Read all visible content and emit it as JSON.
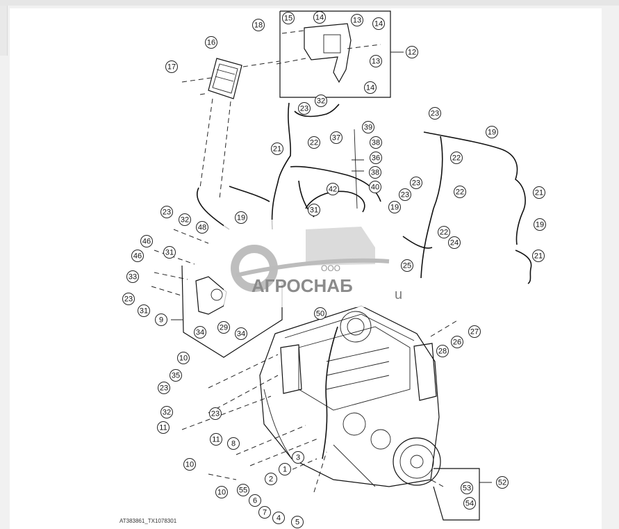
{
  "figure_code": "AT383861_TX1078301",
  "watermark": {
    "prefix": "ООО",
    "brand": "АГРОСНАБ",
    "suffix": "u"
  },
  "callouts": [
    {
      "label": "15"
    },
    {
      "label": "14"
    },
    {
      "label": "13"
    },
    {
      "label": "14"
    },
    {
      "label": "18"
    },
    {
      "label": "12"
    },
    {
      "label": "16"
    },
    {
      "label": "13"
    },
    {
      "label": "17"
    },
    {
      "label": "14"
    },
    {
      "label": "23"
    },
    {
      "label": "32"
    },
    {
      "label": "39"
    },
    {
      "label": "37"
    },
    {
      "label": "38"
    },
    {
      "label": "21"
    },
    {
      "label": "22"
    },
    {
      "label": "36"
    },
    {
      "label": "38"
    },
    {
      "label": "40"
    },
    {
      "label": "42"
    },
    {
      "label": "31"
    },
    {
      "label": "19"
    },
    {
      "label": "23"
    },
    {
      "label": "22"
    },
    {
      "label": "19"
    },
    {
      "label": "23"
    },
    {
      "label": "22"
    },
    {
      "label": "21"
    },
    {
      "label": "23"
    },
    {
      "label": "19"
    },
    {
      "label": "23"
    },
    {
      "label": "32"
    },
    {
      "label": "48"
    },
    {
      "label": "19"
    },
    {
      "label": "22"
    },
    {
      "label": "24"
    },
    {
      "label": "21"
    },
    {
      "label": "46"
    },
    {
      "label": "31"
    },
    {
      "label": "25"
    },
    {
      "label": "46"
    },
    {
      "label": "33"
    },
    {
      "label": "23"
    },
    {
      "label": "31"
    },
    {
      "label": "9"
    },
    {
      "label": "34"
    },
    {
      "label": "29"
    },
    {
      "label": "34"
    },
    {
      "label": "50"
    },
    {
      "label": "27"
    },
    {
      "label": "26"
    },
    {
      "label": "28"
    },
    {
      "label": "10"
    },
    {
      "label": "35"
    },
    {
      "label": "23"
    },
    {
      "label": "23"
    },
    {
      "label": "32"
    },
    {
      "label": "11"
    },
    {
      "label": "11"
    },
    {
      "label": "8"
    },
    {
      "label": "3"
    },
    {
      "label": "10"
    },
    {
      "label": "1"
    },
    {
      "label": "2"
    },
    {
      "label": "52"
    },
    {
      "label": "53"
    },
    {
      "label": "10"
    },
    {
      "label": "55"
    },
    {
      "label": "6"
    },
    {
      "label": "54"
    },
    {
      "label": "7"
    },
    {
      "label": "4"
    },
    {
      "label": "5"
    }
  ]
}
